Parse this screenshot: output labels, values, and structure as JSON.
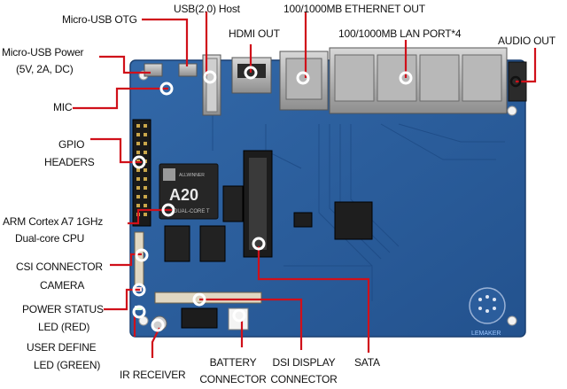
{
  "labels": {
    "micro_usb_otg": "Micro-USB OTG",
    "usb_host": "USB(2.0) Host",
    "hdmi_out": "HDMI OUT",
    "ethernet_out": "100/1000MB ETHERNET OUT",
    "lan_port": "100/1000MB LAN PORT*4",
    "audio_out": "AUDIO OUT",
    "micro_usb_power": "Micro-USB Power",
    "micro_usb_power_spec": "(5V, 2A, DC)",
    "mic": "MIC",
    "gpio": "GPIO",
    "headers": "HEADERS",
    "cpu_line1": "ARM Cortex A7 1GHz",
    "cpu_line2": "Dual-core CPU",
    "csi_connector": "CSI CONNECTOR",
    "camera": "CAMERA",
    "power_status": "POWER STATUS",
    "led_red": "LED (RED)",
    "user_define": "USER DEFINE",
    "led_green": "LED (GREEN)",
    "ir_receiver": "IR RECEIVER",
    "battery_line1": "BATTERY",
    "battery_line2": "CONNECTOR",
    "dsi_line1": "DSI DISPLAY",
    "dsi_line2": "CONNECTOR",
    "sata": "SATA"
  },
  "board": {
    "soc_brand": "ALLWINNER",
    "soc_model": "A20",
    "soc_sub": "DUAL-CORE T",
    "maker_logo": "LEMAKER"
  },
  "colors": {
    "pcb": "#2a5c9c",
    "pcb_dark": "#1f4a82",
    "callout": "#d0101a",
    "marker": "#ffffff"
  }
}
